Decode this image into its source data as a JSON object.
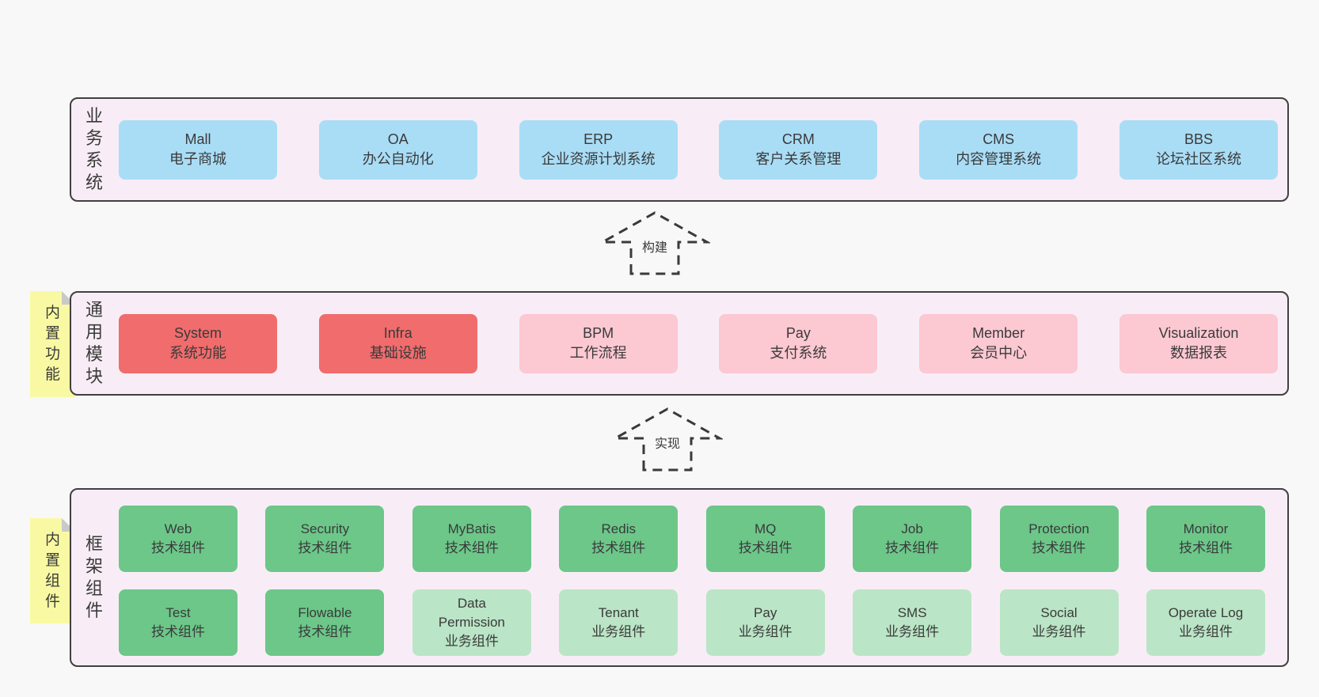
{
  "diagram": {
    "colors": {
      "page_bg": "#f8f8f8",
      "band_bg": "#f8edf6",
      "band_border": "#404040",
      "blue_box": "#a9ddf6",
      "red_box": "#f16c6c",
      "pink_box": "#fcc8d2",
      "green_box": "#6cc789",
      "light_green_box": "#bae5c6",
      "sticky_bg": "#f9f9a3",
      "sticky_fold": "#c9c9c9",
      "text": "#3a3a3a"
    },
    "arrows": [
      {
        "label": "构建"
      },
      {
        "label": "实现"
      }
    ],
    "bands": [
      {
        "label": "业务系统",
        "boxes": [
          {
            "title": "Mall",
            "subtitle": "电子商城",
            "variant": "blue"
          },
          {
            "title": "OA",
            "subtitle": "办公自动化",
            "variant": "blue"
          },
          {
            "title": "ERP",
            "subtitle": "企业资源计划系统",
            "variant": "blue"
          },
          {
            "title": "CRM",
            "subtitle": "客户关系管理",
            "variant": "blue"
          },
          {
            "title": "CMS",
            "subtitle": "内容管理系统",
            "variant": "blue"
          },
          {
            "title": "BBS",
            "subtitle": "论坛社区系统",
            "variant": "blue"
          }
        ]
      },
      {
        "label": "通用模块",
        "sticky": "内置功能",
        "boxes": [
          {
            "title": "System",
            "subtitle": "系统功能",
            "variant": "red"
          },
          {
            "title": "Infra",
            "subtitle": "基础设施",
            "variant": "red"
          },
          {
            "title": "BPM",
            "subtitle": "工作流程",
            "variant": "pink"
          },
          {
            "title": "Pay",
            "subtitle": "支付系统",
            "variant": "pink"
          },
          {
            "title": "Member",
            "subtitle": "会员中心",
            "variant": "pink"
          },
          {
            "title": "Visualization",
            "subtitle": "数据报表",
            "variant": "pink"
          }
        ]
      },
      {
        "label": "框架组件",
        "sticky": "内置组件",
        "rows": [
          [
            {
              "title": "Web",
              "subtitle": "技术组件",
              "variant": "green"
            },
            {
              "title": "Security",
              "subtitle": "技术组件",
              "variant": "green"
            },
            {
              "title": "MyBatis",
              "subtitle": "技术组件",
              "variant": "green"
            },
            {
              "title": "Redis",
              "subtitle": "技术组件",
              "variant": "green"
            },
            {
              "title": "MQ",
              "subtitle": "技术组件",
              "variant": "green"
            },
            {
              "title": "Job",
              "subtitle": "技术组件",
              "variant": "green"
            },
            {
              "title": "Protection",
              "subtitle": "技术组件",
              "variant": "green"
            },
            {
              "title": "Monitor",
              "subtitle": "技术组件",
              "variant": "green"
            }
          ],
          [
            {
              "title": "Test",
              "subtitle": "技术组件",
              "variant": "green"
            },
            {
              "title": "Flowable",
              "subtitle": "技术组件",
              "variant": "green"
            },
            {
              "title": "Data Permission",
              "subtitle": "业务组件",
              "variant": "lightgreen"
            },
            {
              "title": "Tenant",
              "subtitle": "业务组件",
              "variant": "lightgreen"
            },
            {
              "title": "Pay",
              "subtitle": "业务组件",
              "variant": "lightgreen"
            },
            {
              "title": "SMS",
              "subtitle": "业务组件",
              "variant": "lightgreen"
            },
            {
              "title": "Social",
              "subtitle": "业务组件",
              "variant": "lightgreen"
            },
            {
              "title": "Operate Log",
              "subtitle": "业务组件",
              "variant": "lightgreen"
            }
          ]
        ]
      }
    ]
  }
}
